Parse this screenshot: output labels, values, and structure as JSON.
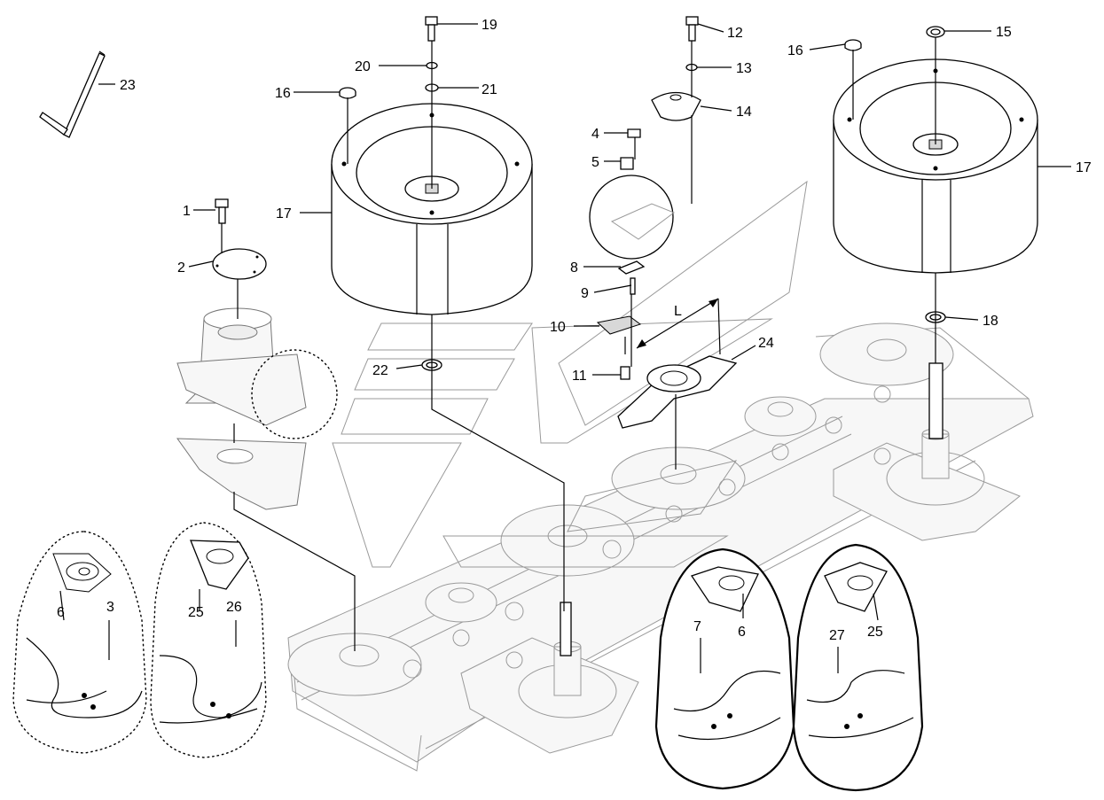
{
  "callouts": {
    "c1": "1",
    "c2": "2",
    "c3": "3",
    "c4": "4",
    "c5": "5",
    "c6a": "6",
    "c6b": "6",
    "c7": "7",
    "c8": "8",
    "c9": "9",
    "c10": "10",
    "c11": "11",
    "c12": "12",
    "c13": "13",
    "c14": "14",
    "c15": "15",
    "c16a": "16",
    "c16b": "16",
    "c17a": "17",
    "c17b": "17",
    "c18": "18",
    "c19": "19",
    "c20": "20",
    "c21": "21",
    "c22": "22",
    "c23": "23",
    "c24": "24",
    "c25a": "25",
    "c25b": "25",
    "c26": "26",
    "c27": "27",
    "cL": "L"
  }
}
